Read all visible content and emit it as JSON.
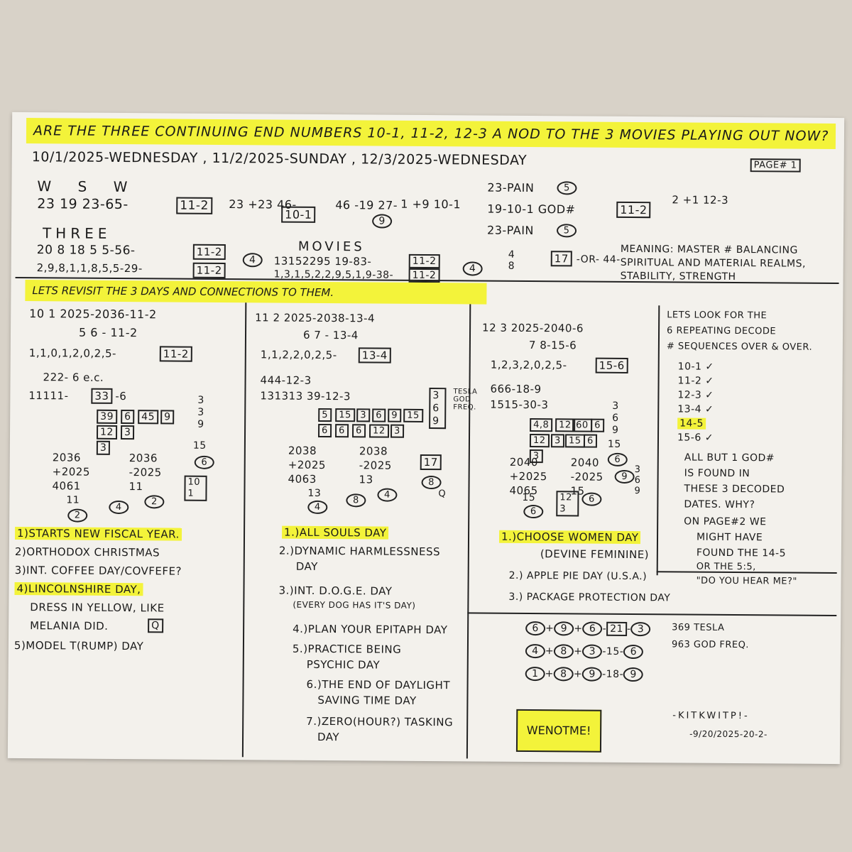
{
  "title": "ARE THE THREE CONTINUING END NUMBERS 10-1, 11-2, 12-3 A NOD TO THE 3 MOVIES PLAYING OUT NOW?",
  "page_label": "PAGE# 1",
  "dates_line": "10/1/2025-WEDNESDAY , 11/2/2025-SUNDAY , 12/3/2025-WEDNESDAY",
  "top_math": {
    "wsw_letters": "W S W",
    "wsw_values": "23 19 23-65-",
    "wsw_result": "11-2",
    "sum_a": "23 +23 46-",
    "sum_a_result": "10-1",
    "sub_a": "46 -19 27-",
    "sub_a_circle": "9",
    "stack_a": "1 +9 10-1",
    "pain_1": "23-PAIN",
    "pain_1_circle": "5",
    "god_line": "19-10-1 GOD#",
    "pain_2": "23-PAIN",
    "pain_2_circle": "5",
    "arrow_result": "11-2",
    "stack_b": "2 +1 12-3",
    "three_word": "THREE",
    "three_values": "20 8 18 5 5-56-",
    "three_result": "11-2",
    "three_values_2": "2,9,8,1,1,8,5,5-29-",
    "three_result_2": "11-2",
    "circle_4a": "4",
    "movies_word": "MOVIES",
    "movies_values": "13152295 19-83-",
    "movies_result": "11-2",
    "movies_values_2": "1,3,1,5,2,2,9,5,1,9-38-",
    "movies_result_2": "11-2",
    "circle_4b": "4",
    "stack_48": "4 8",
    "box_17": "17",
    "or_44": "-OR- 44-",
    "meaning": "MEANING: MASTER # BALANCING SPIRITUAL AND MATERIAL REALMS, STABILITY, STRENGTH"
  },
  "subheading": "LETS REVISIT THE 3 DAYS AND CONNECTIONS TO THEM.",
  "col1": {
    "line1": "10 1 2025-2036-11-2",
    "line2": "5 6 - 11-2",
    "line3": "1,1,0,1,2,0,2,5-",
    "line3_box": "11-2",
    "line4": "222- 6 e.c.",
    "line5": "11111-",
    "box_33": "33",
    "line5b": "-6",
    "grid": [
      "39",
      "6",
      "45",
      "9",
      "12",
      "3",
      "3"
    ],
    "stack_339": "3 3 9",
    "n15": "15",
    "c6": "6",
    "add": "2036 +2025 4061",
    "sub": "2036 -2025 11",
    "n11": "11",
    "c2a": "2",
    "c4": "4",
    "c2b": "2",
    "box_101": "10 1",
    "items": [
      "1)STARTS NEW FISCAL YEAR.",
      "2)ORTHODOX CHRISTMAS",
      "3)INT. COFFEE DAY/COVFEFE?",
      "4)LINCOLNSHIRE DAY,",
      "DRESS IN YELLOW, LIKE",
      "MELANIA DID.",
      "5)MODEL T(RUMP) DAY"
    ],
    "q_box": "Q"
  },
  "col2": {
    "line1": "11 2 2025-2038-13-4",
    "line2": "6 7 - 13-4",
    "line3": "1,1,2,2,0,2,5-",
    "line3_box": "13-4",
    "line4": "444-12-3",
    "line5": "131313 39-12-3",
    "grid": [
      "5",
      "15",
      "3",
      "6",
      "9",
      "15",
      "6",
      "6",
      "6",
      "12",
      "3"
    ],
    "stack_369": "3 6 9",
    "tesla": "TESLA GOD FREQ.",
    "add": "2038 +2025 4063",
    "sub": "2038 -2025 13",
    "n13": "13",
    "c4a": "4",
    "c8": "8",
    "c4b": "4",
    "box_17": "17",
    "c8b": "8",
    "q": "Q",
    "items": [
      "1.)ALL SOULS DAY",
      "2.)DYNAMIC HARMLESSNESS",
      "DAY",
      "3.)INT. D.O.G.E. DAY",
      "(EVERY DOG HAS IT'S DAY)",
      "4.)PLAN YOUR EPITAPH DAY",
      "5.)PRACTICE BEING",
      "PSYCHIC DAY",
      "6.)THE END OF DAYLIGHT",
      "SAVING TIME DAY",
      "7.)ZERO(HOUR?) TASKING",
      "DAY"
    ]
  },
  "col3": {
    "line1": "12 3 2025-2040-6",
    "line2": "7 8-15-6",
    "line3": "1,2,3,2,0,2,5-",
    "line3_box": "15-6",
    "line4": "666-18-9",
    "line5": "1515-30-3",
    "grid": [
      "4,8",
      "12",
      "60",
      "6",
      "12",
      "3",
      "15",
      "6",
      "3"
    ],
    "stack_369": "3 6 9",
    "n15": "15",
    "c6": "6",
    "add": "2040 +2025 4065",
    "sub": "2040 -2025 15",
    "n15b": "15",
    "c6b": "6",
    "box_12": "12 3",
    "c6c": "6",
    "c9": "9",
    "stack_369b": "3 6 9",
    "items": [
      "1.)CHOOSE WOMEN DAY",
      "(DEVINE FEMININE)",
      "2.) APPLE PIE DAY (U.S.A.)",
      "3.) PACKAGE PROTECTION DAY"
    ],
    "sign": "WENOTME!"
  },
  "col4": {
    "intro": [
      "LETS LOOK FOR THE",
      "6 REPEATING DECODE",
      "# SEQUENCES OVER & OVER."
    ],
    "checks": [
      "10-1 ✓",
      "11-2 ✓",
      "12-3 ✓",
      "13-4 ✓",
      "14-5",
      "15-6 ✓"
    ],
    "note": [
      "ALL BUT 1 GOD#",
      "IS FOUND IN",
      "THESE 3 DECODED",
      "DATES. WHY?",
      "ON PAGE#2 WE",
      "MIGHT HAVE",
      "FOUND THE 14-5",
      "OR THE 5:5,",
      "\"DO YOU HEAR ME?\""
    ]
  },
  "bottom_right": {
    "row1": [
      "6",
      "9",
      "6",
      "21",
      "3"
    ],
    "row2": [
      "4",
      "8",
      "3",
      "15",
      "6"
    ],
    "row3": [
      "1",
      "8",
      "9",
      "18",
      "9"
    ],
    "note1": "369 TESLA",
    "note2": "963 GOD FREQ.",
    "sig1": "-KITKWITP!-",
    "sig2": "-9/20/2025-20-2-"
  }
}
